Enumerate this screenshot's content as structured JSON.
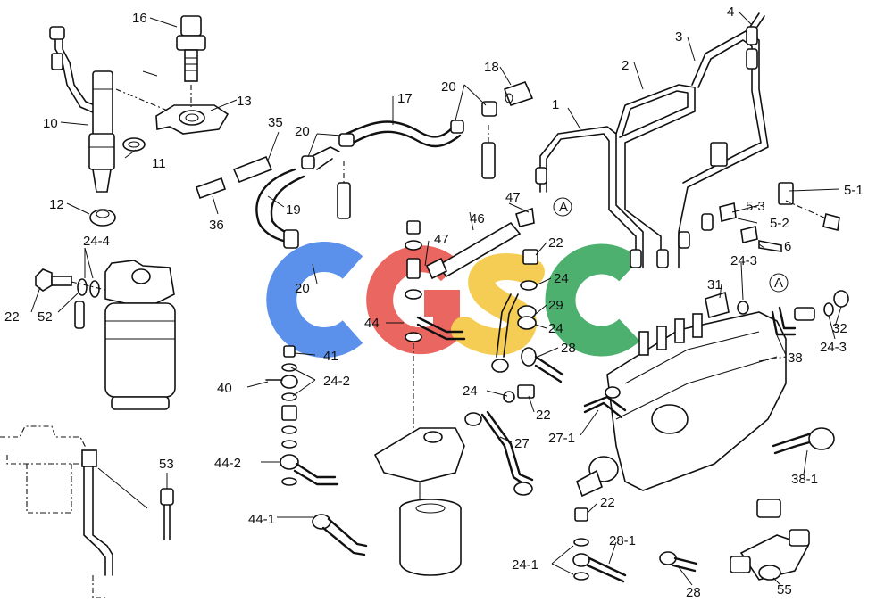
{
  "watermark": {
    "letters": [
      "C",
      "G",
      "S",
      "C"
    ],
    "colors": [
      "#4a86e8",
      "#e8564f",
      "#f4c842",
      "#3aa860"
    ]
  },
  "part_labels": {
    "p1": "1",
    "p2": "2",
    "p3": "3",
    "p4": "4",
    "p5_1": "5-1",
    "p5_2": "5-2",
    "p5_3": "5-3",
    "p6": "6",
    "p10": "10",
    "p11": "11",
    "p12": "12",
    "p13": "13",
    "p16": "16",
    "p17": "17",
    "p18": "18",
    "p19": "19",
    "p20_a": "20",
    "p20_b": "20",
    "p20_c": "20",
    "p22_a": "22",
    "p22_b": "22",
    "p22_c": "22",
    "p22_d": "22",
    "p24_a": "24",
    "p24_b": "24",
    "p24_c": "24",
    "p24_1": "24-1",
    "p24_2": "24-2",
    "p24_3_a": "24-3",
    "p24_3_b": "24-3",
    "p24_4": "24-4",
    "p27": "27",
    "p27_1": "27-1",
    "p28_a": "28",
    "p28_b": "28",
    "p28_1": "28-1",
    "p29": "29",
    "p31": "31",
    "p32": "32",
    "p35": "35",
    "p36": "36",
    "p38": "38",
    "p38_1": "38-1",
    "p40": "40",
    "p41": "41",
    "p44": "44",
    "p44_1": "44-1",
    "p44_2": "44-2",
    "p46": "46",
    "p47_a": "47",
    "p47_b": "47",
    "p52": "52",
    "p53": "53",
    "p55": "55",
    "ref_a1": "A",
    "ref_a2": "A"
  }
}
